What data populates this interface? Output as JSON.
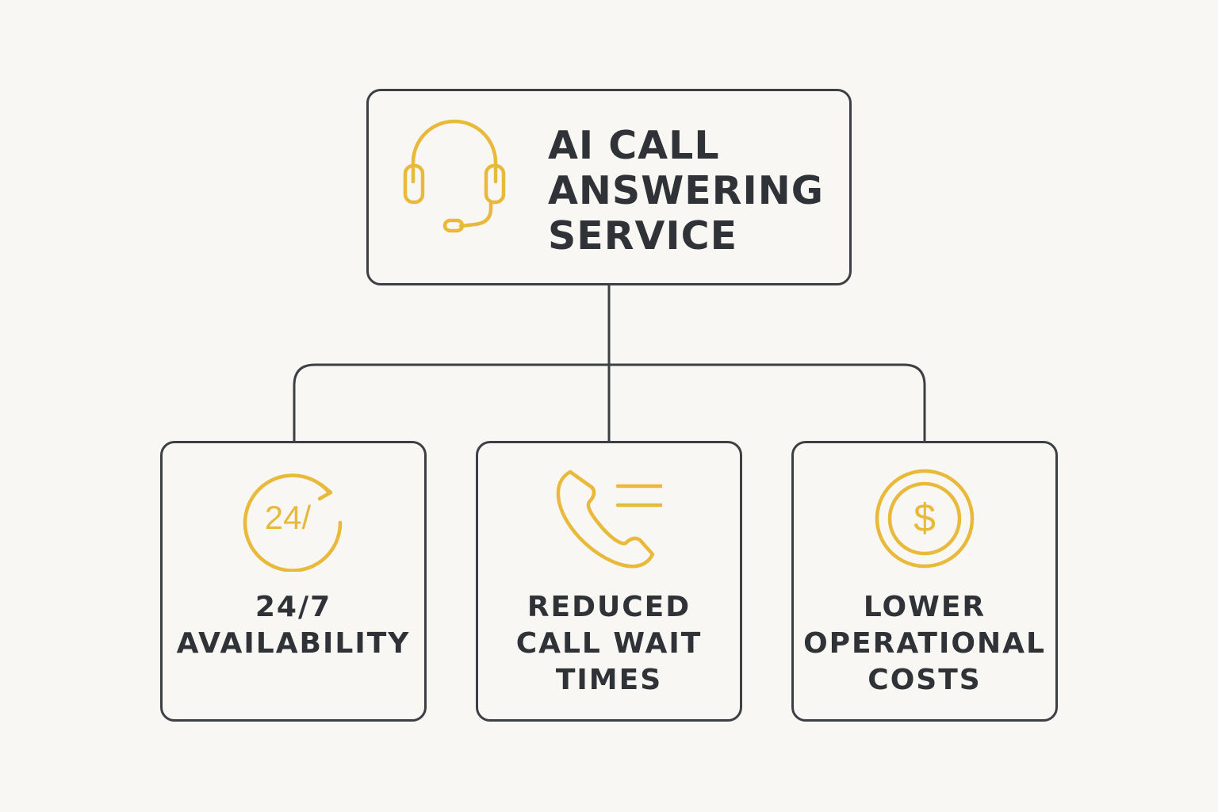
{
  "colors": {
    "background": "#f8f7f4",
    "outline": "#3c3f44",
    "text": "#2f3236",
    "icon_accent": "#e8b93a"
  },
  "root": {
    "title": "AI CALL\nANSWERING\nSERVICE",
    "icon": "headset-icon"
  },
  "children": [
    {
      "label": "24/7\nAVAILABILITY",
      "icon": "24-7-clock-icon",
      "icon_text": "24/"
    },
    {
      "label": "REDUCED\nCALL WAIT\nTIMES",
      "icon": "phone-call-icon"
    },
    {
      "label": "LOWER\nOPERATIONAL\nCOSTS",
      "icon": "dollar-coin-icon",
      "icon_text": "$"
    }
  ]
}
